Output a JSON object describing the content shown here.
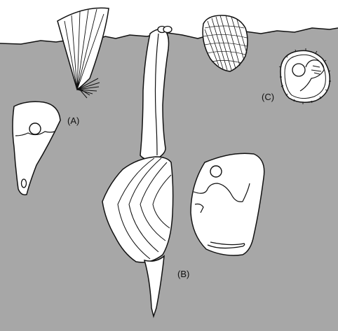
{
  "colors": {
    "sediment": "#a7a7a7",
    "shell": "#ffffff",
    "outline": "#111111",
    "water": "#ffffff"
  },
  "labels": {
    "a": "(A)",
    "b": "(B)",
    "c": "(C)"
  }
}
